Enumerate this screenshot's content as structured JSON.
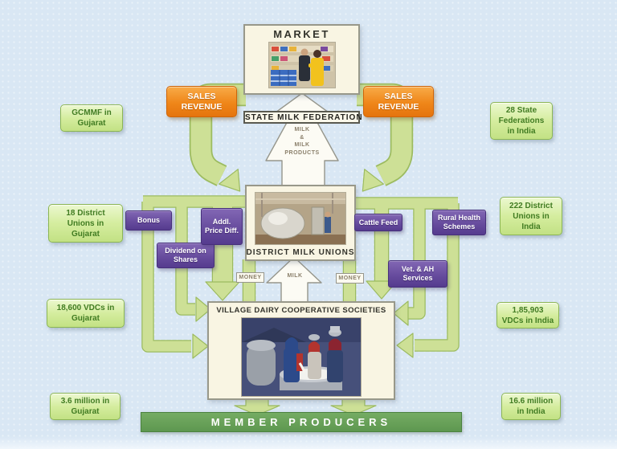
{
  "levels": {
    "market": "MARKET",
    "state_federation": "STATE MILK FEDERATION",
    "district_unions": "DISTRICT MILK UNIONS",
    "village_societies": "VILLAGE DAIRY COOPERATIVE SOCIETIES",
    "member_producers": "MEMBER PRODUCERS"
  },
  "flow_labels": {
    "sales_revenue_left": "SALES REVENUE",
    "sales_revenue_right": "SALES REVENUE",
    "milk_products_lines": [
      "MILK",
      "&",
      "MILK",
      "PRODUCTS"
    ],
    "milk": "MILK",
    "money_left": "MONEY",
    "money_right": "MONEY"
  },
  "benefits": {
    "bonus": "Bonus",
    "dividend_on_shares": "Dividend on Shares",
    "addl_price_diff": "Addl. Price Diff.",
    "cattle_feed": "Cattle Feed",
    "vet_ah_services": "Vet. & AH Services",
    "rural_health_schemes": "Rural Health Schemes"
  },
  "stats": {
    "left": [
      {
        "text": "GCMMF in Gujarat"
      },
      {
        "text": "18 District Unions in Gujarat"
      },
      {
        "text": "18,600 VDCs in Gujarat"
      },
      {
        "text": "3.6 million in Gujarat"
      }
    ],
    "right": [
      {
        "text": "28 State Federations in India"
      },
      {
        "text": "222 District Unions in India"
      },
      {
        "text": "1,85,903 VDCs in India"
      },
      {
        "text": "16.6 million in India"
      }
    ]
  },
  "palette": {
    "background_blue": "#d9e7f4",
    "flow_band_green": "#cde096",
    "flow_band_border": "#9cbb60",
    "stat_box_green": "#d5ed9f",
    "stat_text_green": "#417c22",
    "benefit_purple": "#654a9c",
    "sales_orange": "#ef8619",
    "box_cream": "#f9f5e3",
    "member_bar_green": "#639c55",
    "arrow_white": "#fcfbf4"
  }
}
